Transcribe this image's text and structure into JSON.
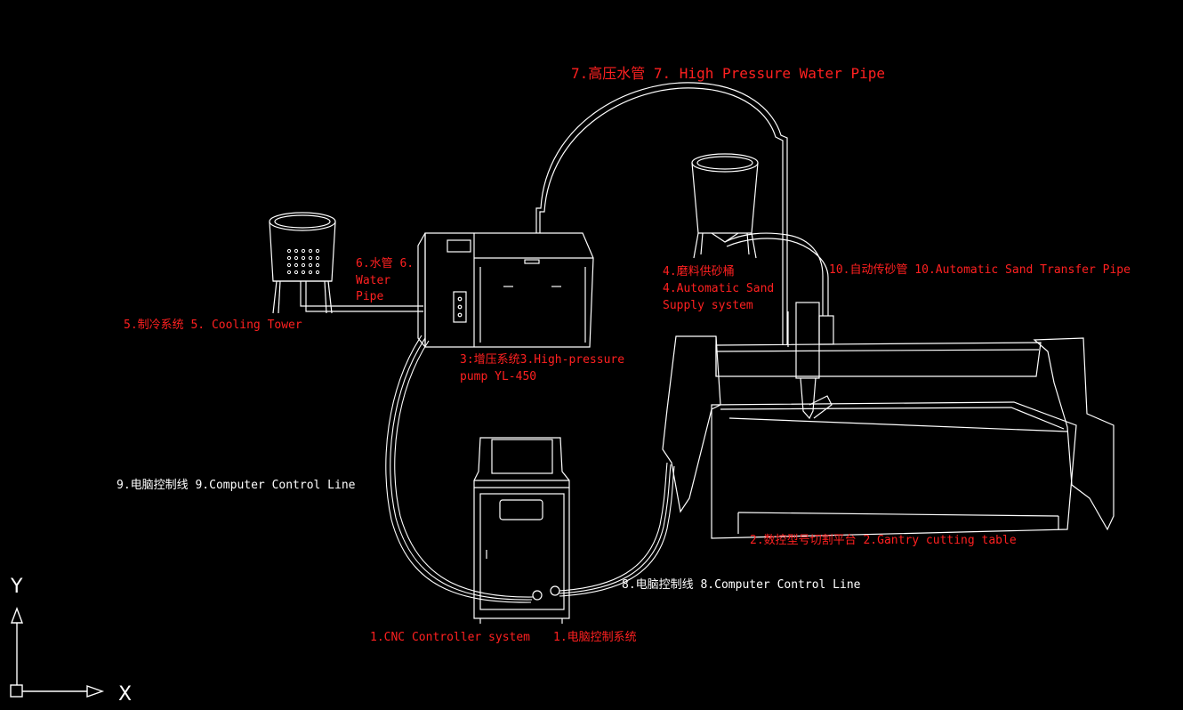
{
  "colors": {
    "background": "#000000",
    "line": "#ffffff",
    "label_red": "#ff2020",
    "label_white": "#ffffff"
  },
  "labels": {
    "high_pressure_pipe": "7.高压水管  7. High Pressure Water Pipe",
    "sand_transfer_pipe": "10.自动传砂管 10.Automatic Sand Transfer Pipe",
    "sand_supply_line1": "4.磨料供砂桶",
    "sand_supply_line2": "4.Automatic Sand",
    "sand_supply_line3": "Supply system",
    "water_pipe_line1": "6.水管 6.",
    "water_pipe_line2": "Water",
    "water_pipe_line3": "Pipe",
    "cooling_tower": "5.制冷系统 5. Cooling Tower",
    "pump_line1": "3:增压系统3.High-pressure",
    "pump_line2": "pump YL-450",
    "control_line_9": "9.电脑控制线  9.Computer Control Line",
    "cutting_table": "2.数控型号切割平台  2.Gantry cutting table",
    "control_line_8": "8.电脑控制线  8.Computer Control Line",
    "cnc_controller_en": "1.CNC Controller system",
    "cnc_controller_cn": "1.电脑控制系统"
  },
  "axis": {
    "x_label": "X",
    "y_label": "Y"
  }
}
